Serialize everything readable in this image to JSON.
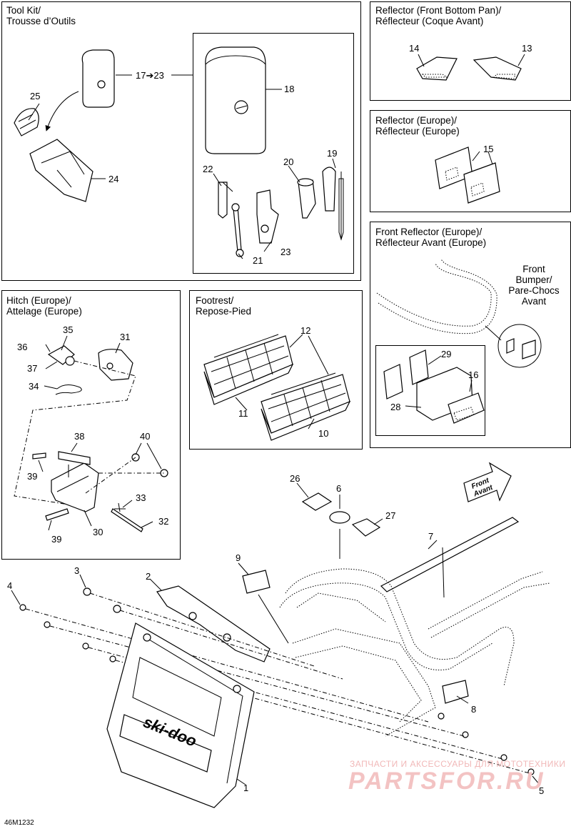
{
  "panels": {
    "tool_kit": "Tool Kit/\nTrousse d’Outils",
    "reflector_front": "Reflector (Front Bottom Pan)/\nRéflecteur (Coque Avant)",
    "reflector_europe": "Reflector (Europe)/\nRéflecteur (Europe)",
    "front_reflector": "Front Reflector (Europe)/\nRéflecteur Avant (Europe)",
    "hitch": "Hitch (Europe)/\nAttelage (Europe)",
    "footrest": "Footrest/\nRepose-Pied"
  },
  "notes": {
    "bumper": "Front\nBumper/\nPare-Chocs\nAvant",
    "front_arrow": "Front\nAvant",
    "range": "17➔23",
    "logo": "ski-doo",
    "code": "46M1232"
  },
  "labels": {
    "n1": "1",
    "n2": "2",
    "n3": "3",
    "n4": "4",
    "n5": "5",
    "n6": "6",
    "n7": "7",
    "n8": "8",
    "n9": "9",
    "n10": "10",
    "n11": "11",
    "n12": "12",
    "n13": "13",
    "n14": "14",
    "n15": "15",
    "n16": "16",
    "n18": "18",
    "n19": "19",
    "n20": "20",
    "n21": "21",
    "n22": "22",
    "n23": "23",
    "n24": "24",
    "n25": "25",
    "n26": "26",
    "n27": "27",
    "n28": "28",
    "n29": "29",
    "n30": "30",
    "n31": "31",
    "n32": "32",
    "n33": "33",
    "n34": "34",
    "n35": "35",
    "n36": "36",
    "n37": "37",
    "n38": "38",
    "n39a": "39",
    "n39b": "39",
    "n40": "40"
  },
  "watermark": {
    "line1": "ЗАПЧАСТИ И АКСЕССУАРЫ ДЛЯ МОТОТЕХНИКИ",
    "line2": "PARTSFOR.RU"
  }
}
